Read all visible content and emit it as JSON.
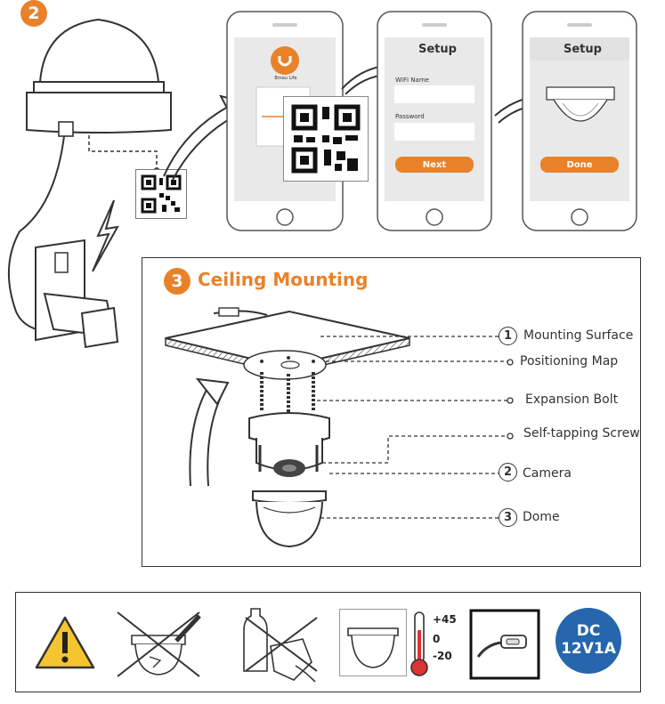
{
  "step2": {
    "number": "2"
  },
  "phones": {
    "app_label": "Bmau Life",
    "setup_title_1": "Setup",
    "wifi_label": "WIFI Name",
    "password_label": "Password",
    "next_button": "Next",
    "setup_title_2": "Setup",
    "done_button": "Done"
  },
  "step3": {
    "number": "3",
    "title": "Ceiling Mounting"
  },
  "callouts": [
    {
      "num": "1",
      "label": "Mounting Surface"
    },
    {
      "num": "",
      "label": "Positioning Map"
    },
    {
      "num": "",
      "label": "Expansion Bolt"
    },
    {
      "num": "",
      "label": "Self-tapping Screw"
    },
    {
      "num": "2",
      "label": "Camera"
    },
    {
      "num": "3",
      "label": "Dome"
    }
  ],
  "warnings": {
    "temp_max": "+45",
    "temp_zero": "0",
    "temp_min": "-20",
    "dc_line1": "DC",
    "dc_line2": "12V1A"
  },
  "colors": {
    "accent": "#e8822a",
    "badge_blue": "#2566ad"
  }
}
